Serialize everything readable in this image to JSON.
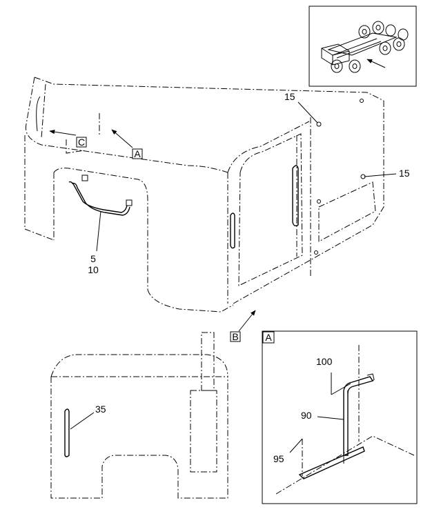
{
  "callouts": {
    "c15_top": "15",
    "c15_right": "15",
    "c5": "5",
    "c10": "10",
    "c35": "35",
    "c90": "90",
    "c95": "95",
    "c100": "100"
  },
  "views": {
    "A": "A",
    "B": "B",
    "C": "C",
    "detail_A": "A"
  }
}
